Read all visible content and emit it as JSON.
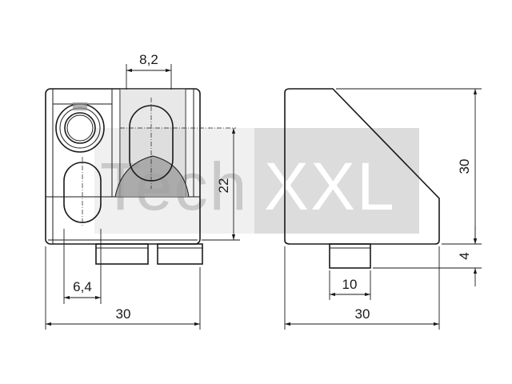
{
  "watermark": {
    "text_light": "Tech",
    "text_bold": "XXL"
  },
  "dimensions": {
    "top_width": "8,2",
    "height_inner": "22",
    "slot_width": "6,4",
    "front_width": "30",
    "side_height": "30",
    "foot_height": "4",
    "foot_width": "10",
    "side_width": "30"
  },
  "colors": {
    "line": "#1a1a1a",
    "shade": "#bdbdbd",
    "watermark": "#c9c9c9"
  }
}
